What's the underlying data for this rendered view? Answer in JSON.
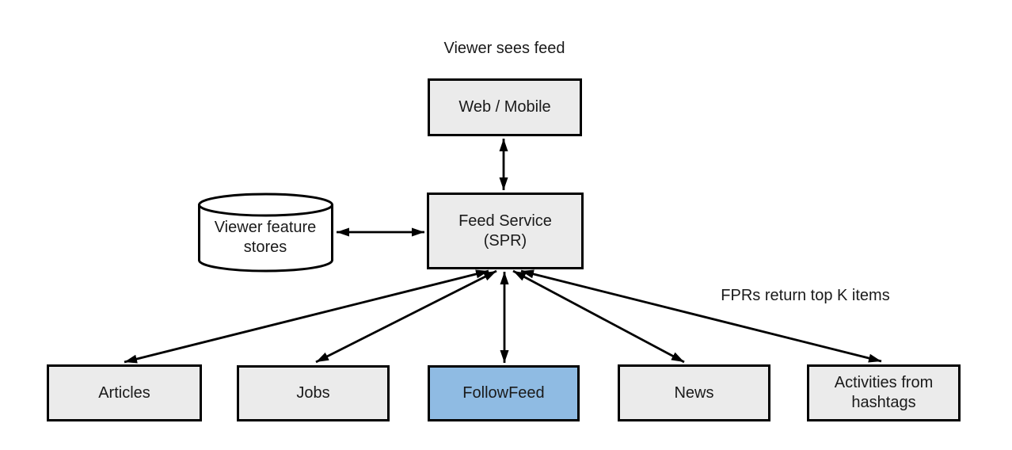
{
  "diagram": {
    "title_annotation": "Viewer sees feed",
    "side_annotation": "FPRs return top K items",
    "nodes": {
      "web_mobile": {
        "label": "Web / Mobile",
        "shape": "rect"
      },
      "feed_service": {
        "lines": [
          "Feed Service",
          "(SPR)"
        ],
        "shape": "rect"
      },
      "viewer_feature_stores": {
        "lines": [
          "Viewer feature",
          "stores"
        ],
        "shape": "cylinder"
      },
      "articles": {
        "label": "Articles",
        "shape": "rect"
      },
      "jobs": {
        "label": "Jobs",
        "shape": "rect"
      },
      "followfeed": {
        "label": "FollowFeed",
        "shape": "rect",
        "highlighted": true
      },
      "news": {
        "label": "News",
        "shape": "rect"
      },
      "activities_from_hashtags": {
        "lines": [
          "Activities from",
          "hashtags"
        ],
        "shape": "rect"
      }
    },
    "edges": [
      {
        "from": "web_mobile",
        "to": "feed_service",
        "bidirectional": true
      },
      {
        "from": "viewer_feature_stores",
        "to": "feed_service",
        "bidirectional": true
      },
      {
        "from": "feed_service",
        "to": "articles",
        "bidirectional": true
      },
      {
        "from": "feed_service",
        "to": "jobs",
        "bidirectional": true
      },
      {
        "from": "feed_service",
        "to": "followfeed",
        "bidirectional": true
      },
      {
        "from": "feed_service",
        "to": "news",
        "bidirectional": true
      },
      {
        "from": "feed_service",
        "to": "activities_from_hashtags",
        "bidirectional": true
      }
    ],
    "colors": {
      "background": "#ffffff",
      "node_fill": "#ebebeb",
      "highlight_fill": "#8fbbe3",
      "cylinder_fill": "#ffffff",
      "stroke": "#000000",
      "text": "#1a1a1a"
    }
  }
}
